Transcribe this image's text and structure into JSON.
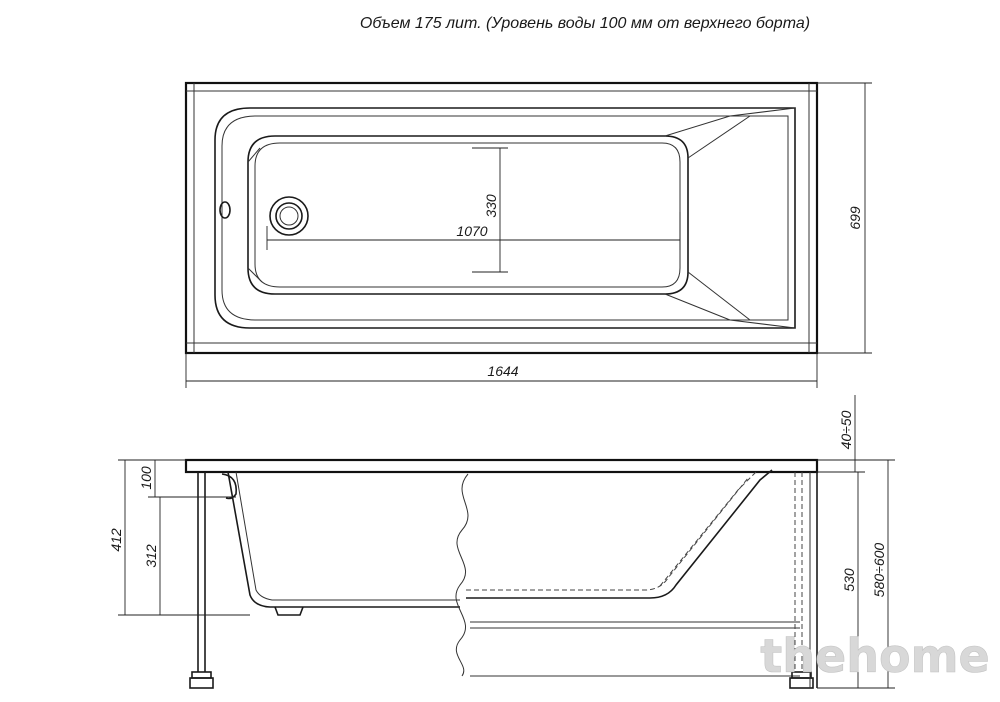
{
  "title": "Объем 175 лит. (Уровень воды 100 мм от верхнего борта)",
  "top_view": {
    "length": "1644",
    "width": "699",
    "inner_length": "1070",
    "inner_width": "330"
  },
  "side_view": {
    "total_height": "412",
    "water_level": "100",
    "depth": "312",
    "rim_offset": "40÷50",
    "leg_height": "530",
    "overall_height": "580÷600"
  },
  "watermark": "thehome"
}
